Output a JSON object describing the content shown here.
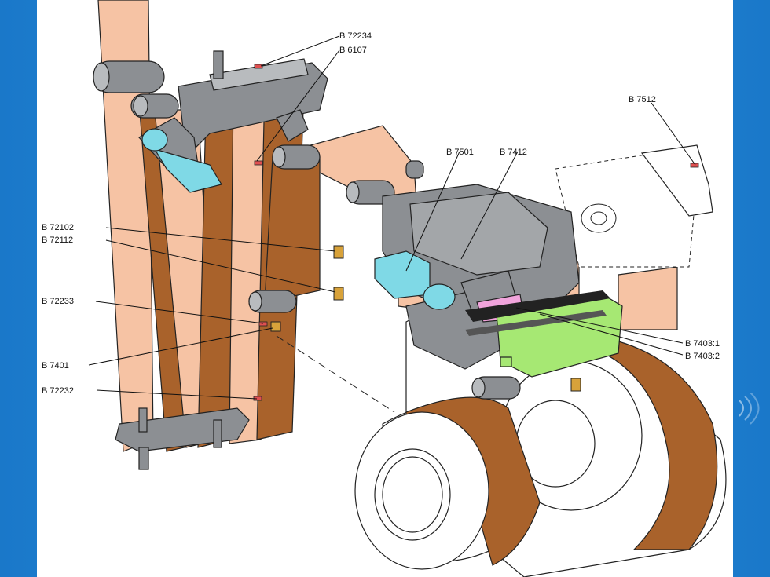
{
  "colors": {
    "slide_bg": "#2a8ee0",
    "canvas_bg": "#ffffff",
    "film_light": "#f6c3a4",
    "film_dark": "#a9622b",
    "metal": "#8c8f93",
    "cyan_part": "#7fd9e6",
    "green_part": "#a6e873",
    "pink_part": "#f1a4dc",
    "sensor": "#d8a23a"
  },
  "labels": {
    "b72234": "B 72234",
    "b6107": "B 6107",
    "b7512": "B 7512",
    "b7501": "B 7501",
    "b7412": "B 7412",
    "b72102": "B 72102",
    "b72112": "B 72112",
    "b72233": "B 72233",
    "b7401": "B 7401",
    "b72232": "B 72232",
    "b7403_1": "B 7403:1",
    "b7403_2": "B 7403:2"
  }
}
